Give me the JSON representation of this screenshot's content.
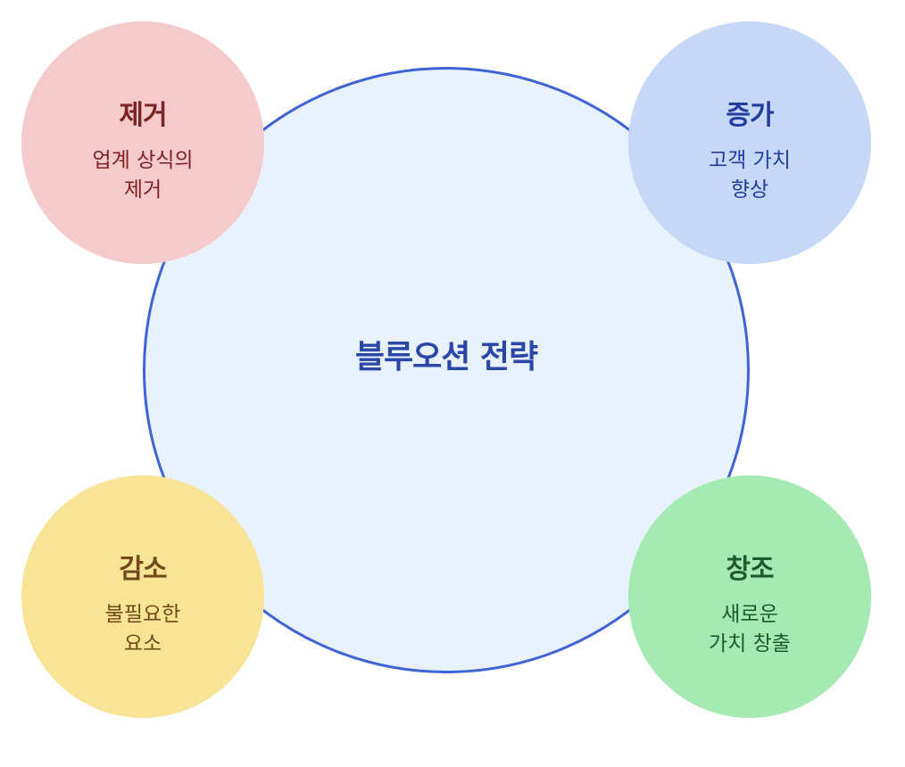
{
  "center": {
    "title": "블루오션 전략"
  },
  "nodes": {
    "remove": {
      "title": "제거",
      "line1": "업계 상식의",
      "line2": "제거"
    },
    "raise": {
      "title": "증가",
      "line1": "고객 가치",
      "line2": "향상"
    },
    "reduce": {
      "title": "감소",
      "line1": "불필요한",
      "line2": "요소"
    },
    "create": {
      "title": "창조",
      "line1": "새로운",
      "line2": "가치 창출"
    }
  },
  "colors": {
    "center_fill": "#e8f2fd",
    "center_stroke": "#3f63d6",
    "center_text": "#2a47a8",
    "remove_fill": "#f5cacb",
    "remove_text": "#7c2323",
    "raise_fill": "#c5d8f8",
    "raise_text": "#223d9c",
    "reduce_fill": "#f8e494",
    "reduce_text": "#73481a",
    "create_fill": "#a4eab2",
    "create_text": "#1f5a33"
  }
}
